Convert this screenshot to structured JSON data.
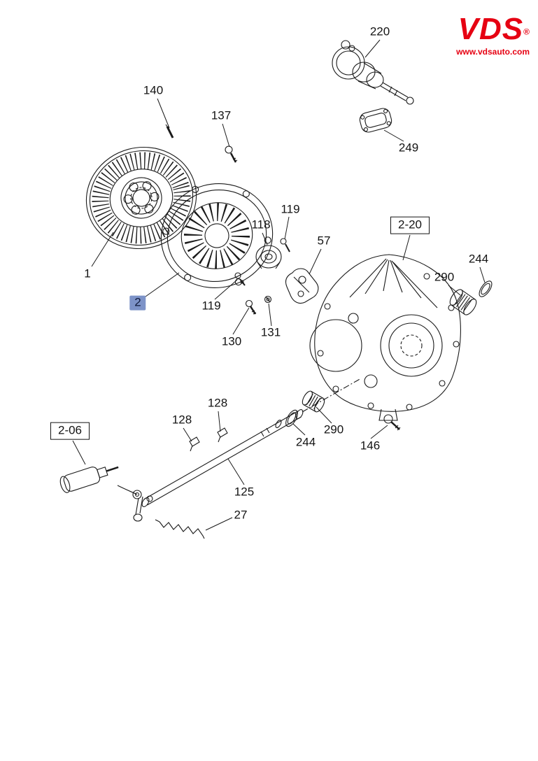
{
  "page": {
    "title": "Clutch exploded parts diagram"
  },
  "logo": {
    "text": "VDS",
    "reg": "®",
    "url": "www.vdsauto.com",
    "color": "#e60012"
  },
  "selection": {
    "selected_part": "2",
    "highlight_color": "#7d93c8"
  },
  "labels": [
    {
      "text": "220",
      "style": "plain"
    },
    {
      "text": "249",
      "style": "plain"
    },
    {
      "text": "140",
      "style": "plain"
    },
    {
      "text": "137",
      "style": "plain"
    },
    {
      "text": "118",
      "style": "plain"
    },
    {
      "text": "119",
      "style": "plain"
    },
    {
      "text": "57",
      "style": "plain"
    },
    {
      "text": "2-20",
      "style": "boxed"
    },
    {
      "text": "244",
      "style": "plain"
    },
    {
      "text": "290",
      "style": "plain"
    },
    {
      "text": "1",
      "style": "plain"
    },
    {
      "text": "2",
      "style": "selected"
    },
    {
      "text": "119",
      "style": "plain"
    },
    {
      "text": "130",
      "style": "plain"
    },
    {
      "text": "131",
      "style": "plain"
    },
    {
      "text": "2-06",
      "style": "boxed"
    },
    {
      "text": "128",
      "style": "plain"
    },
    {
      "text": "128",
      "style": "plain"
    },
    {
      "text": "125",
      "style": "plain"
    },
    {
      "text": "27",
      "style": "plain"
    },
    {
      "text": "244",
      "style": "plain"
    },
    {
      "text": "290",
      "style": "plain"
    },
    {
      "text": "146",
      "style": "plain"
    }
  ]
}
